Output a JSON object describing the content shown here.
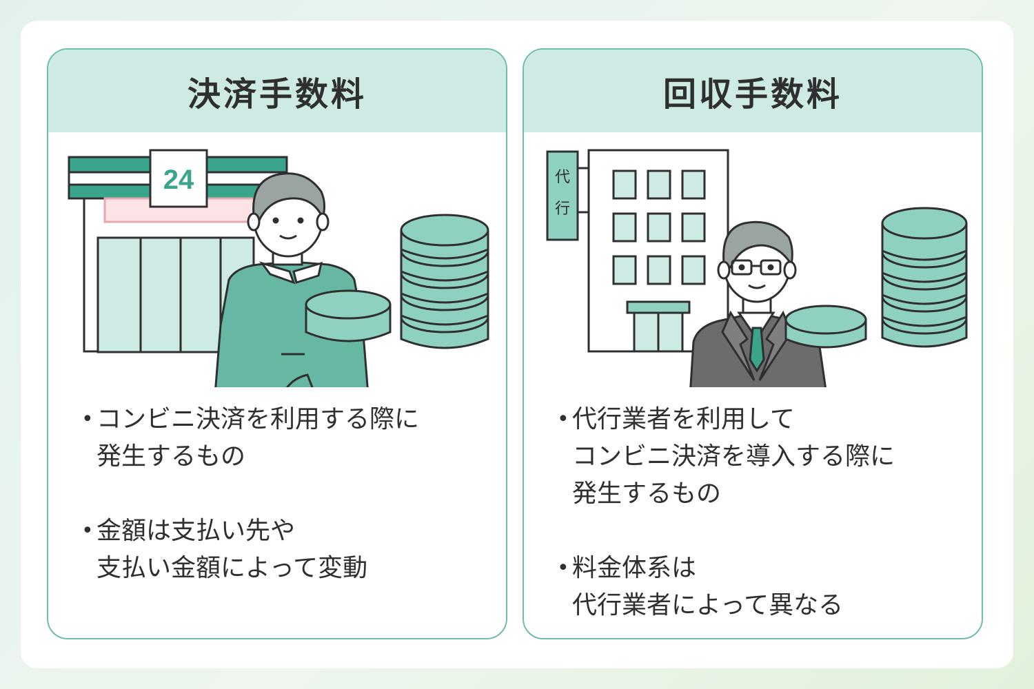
{
  "panels": [
    {
      "title": "決済手数料",
      "store_sign": "24",
      "bullets": [
        {
          "lines": [
            "コンビニ決済を利用する際に",
            "発生するもの"
          ]
        },
        {
          "lines": [
            "金額は支払い先や",
            "支払い金額によって変動"
          ]
        }
      ]
    },
    {
      "title": "回収手数料",
      "building_sign": [
        "代",
        "行"
      ],
      "bullets": [
        {
          "lines": [
            "代行業者を利用して",
            "コンビニ決済を導入する際に",
            "発生するもの"
          ]
        },
        {
          "lines": [
            "料金体系は",
            "代行業者によって異なる"
          ]
        }
      ]
    }
  ],
  "colors": {
    "accent": "#3aa58c",
    "header_bg": "#cdebe4",
    "coin": "#8fd1c1",
    "border": "#6fbcaa",
    "shirt": "#66b7a4",
    "suit": "#6c6c6c"
  }
}
